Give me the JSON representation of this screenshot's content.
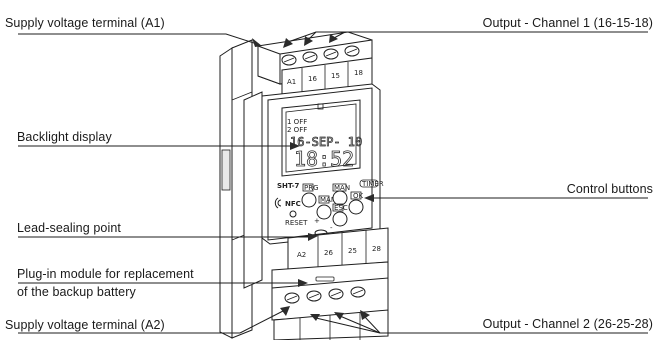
{
  "labels": {
    "supply_a1": "Supply voltage terminal (A1)",
    "output_ch1": "Output - Channel 1 (16-15-18)",
    "backlight_display": "Backlight display",
    "control_buttons": "Control buttons",
    "lead_sealing": "Lead-sealing point",
    "plugin_module_line1": "Plug-in module for replacement",
    "plugin_module_line2": "of the backup battery",
    "supply_a2": "Supply voltage terminal (A2)",
    "output_ch2": "Output - Channel 2 (26-25-28)"
  },
  "device": {
    "top_terminals": [
      "A1",
      "16",
      "15",
      "18"
    ],
    "bottom_terminals": [
      "A2",
      "26",
      "25",
      "28"
    ],
    "lcd_line1": "1 OFF",
    "lcd_line2": "2 OFF",
    "lcd_date": "16-SEP- 10",
    "lcd_time": "18:52",
    "model": "SHT-7",
    "nfc": "NFC",
    "btn_prg": "PRG",
    "btn_man": "MAN",
    "btn_man2": "MAN",
    "btn_ok": "OK",
    "btn_esc": "ESC",
    "btn_plus": "+",
    "btn_minus": "-",
    "reset": "RESET",
    "indicator": "TIMER"
  }
}
